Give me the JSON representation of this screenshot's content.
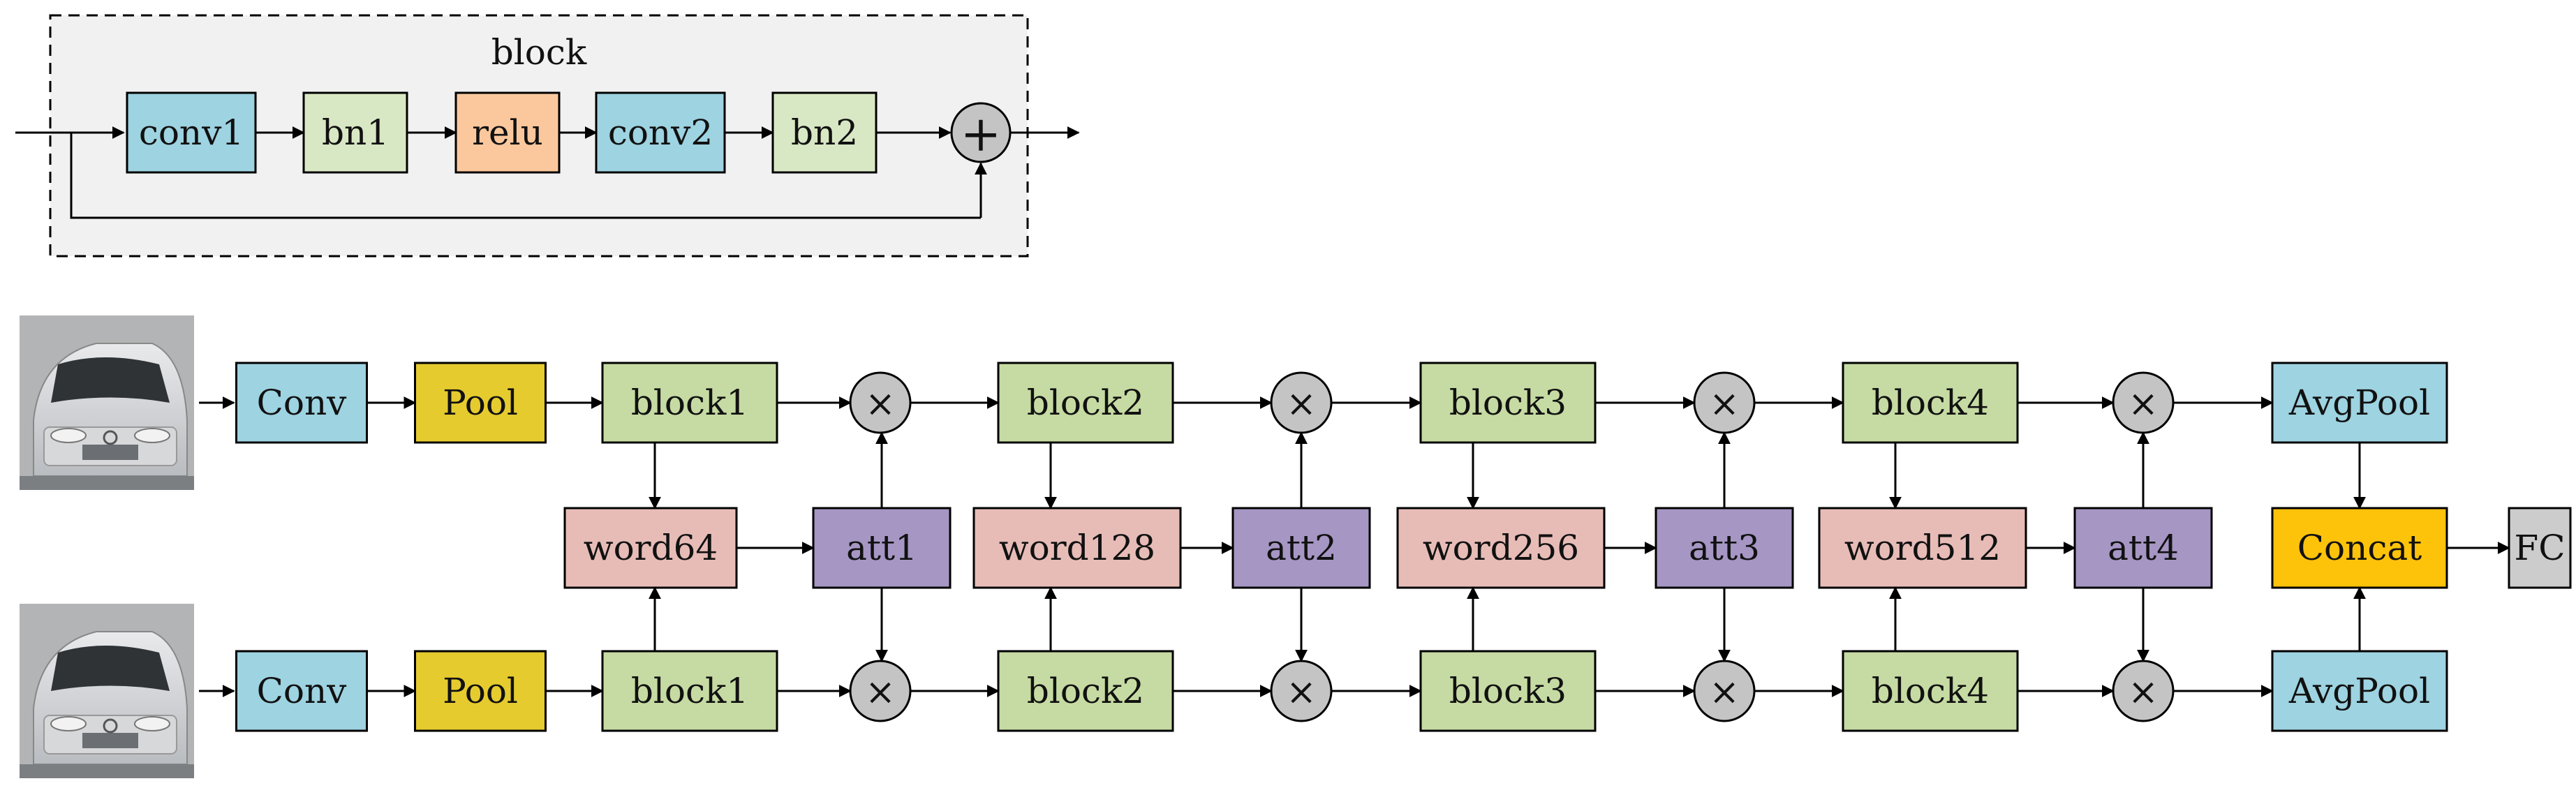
{
  "colors": {
    "conv": "#9ed3e1",
    "bn": "#d9e8c4",
    "relu": "#fbc89e",
    "pool": "#e6cb2f",
    "block": "#c6dba3",
    "word": "#e7bcb7",
    "att": "#a696c4",
    "concat": "#fdc20a",
    "fc": "#cccccc",
    "op": "#c4c4c4",
    "panel": "#f1f1f1"
  },
  "block_detail": {
    "title": "block",
    "stages": [
      "conv1",
      "bn1",
      "relu",
      "conv2",
      "bn2"
    ],
    "sum_symbol": "+"
  },
  "network": {
    "stem": [
      "Conv",
      "Pool"
    ],
    "blocks": [
      "block1",
      "block2",
      "block3",
      "block4"
    ],
    "words": [
      "word64",
      "word128",
      "word256",
      "word512"
    ],
    "attentions": [
      "att1",
      "att2",
      "att3",
      "att4"
    ],
    "multiply_symbol": "×",
    "pool_head": "AvgPool",
    "concat": "Concat",
    "fc": "FC"
  },
  "inputs": [
    {
      "icon": "car-photo-icon"
    },
    {
      "icon": "car-photo-icon"
    }
  ]
}
